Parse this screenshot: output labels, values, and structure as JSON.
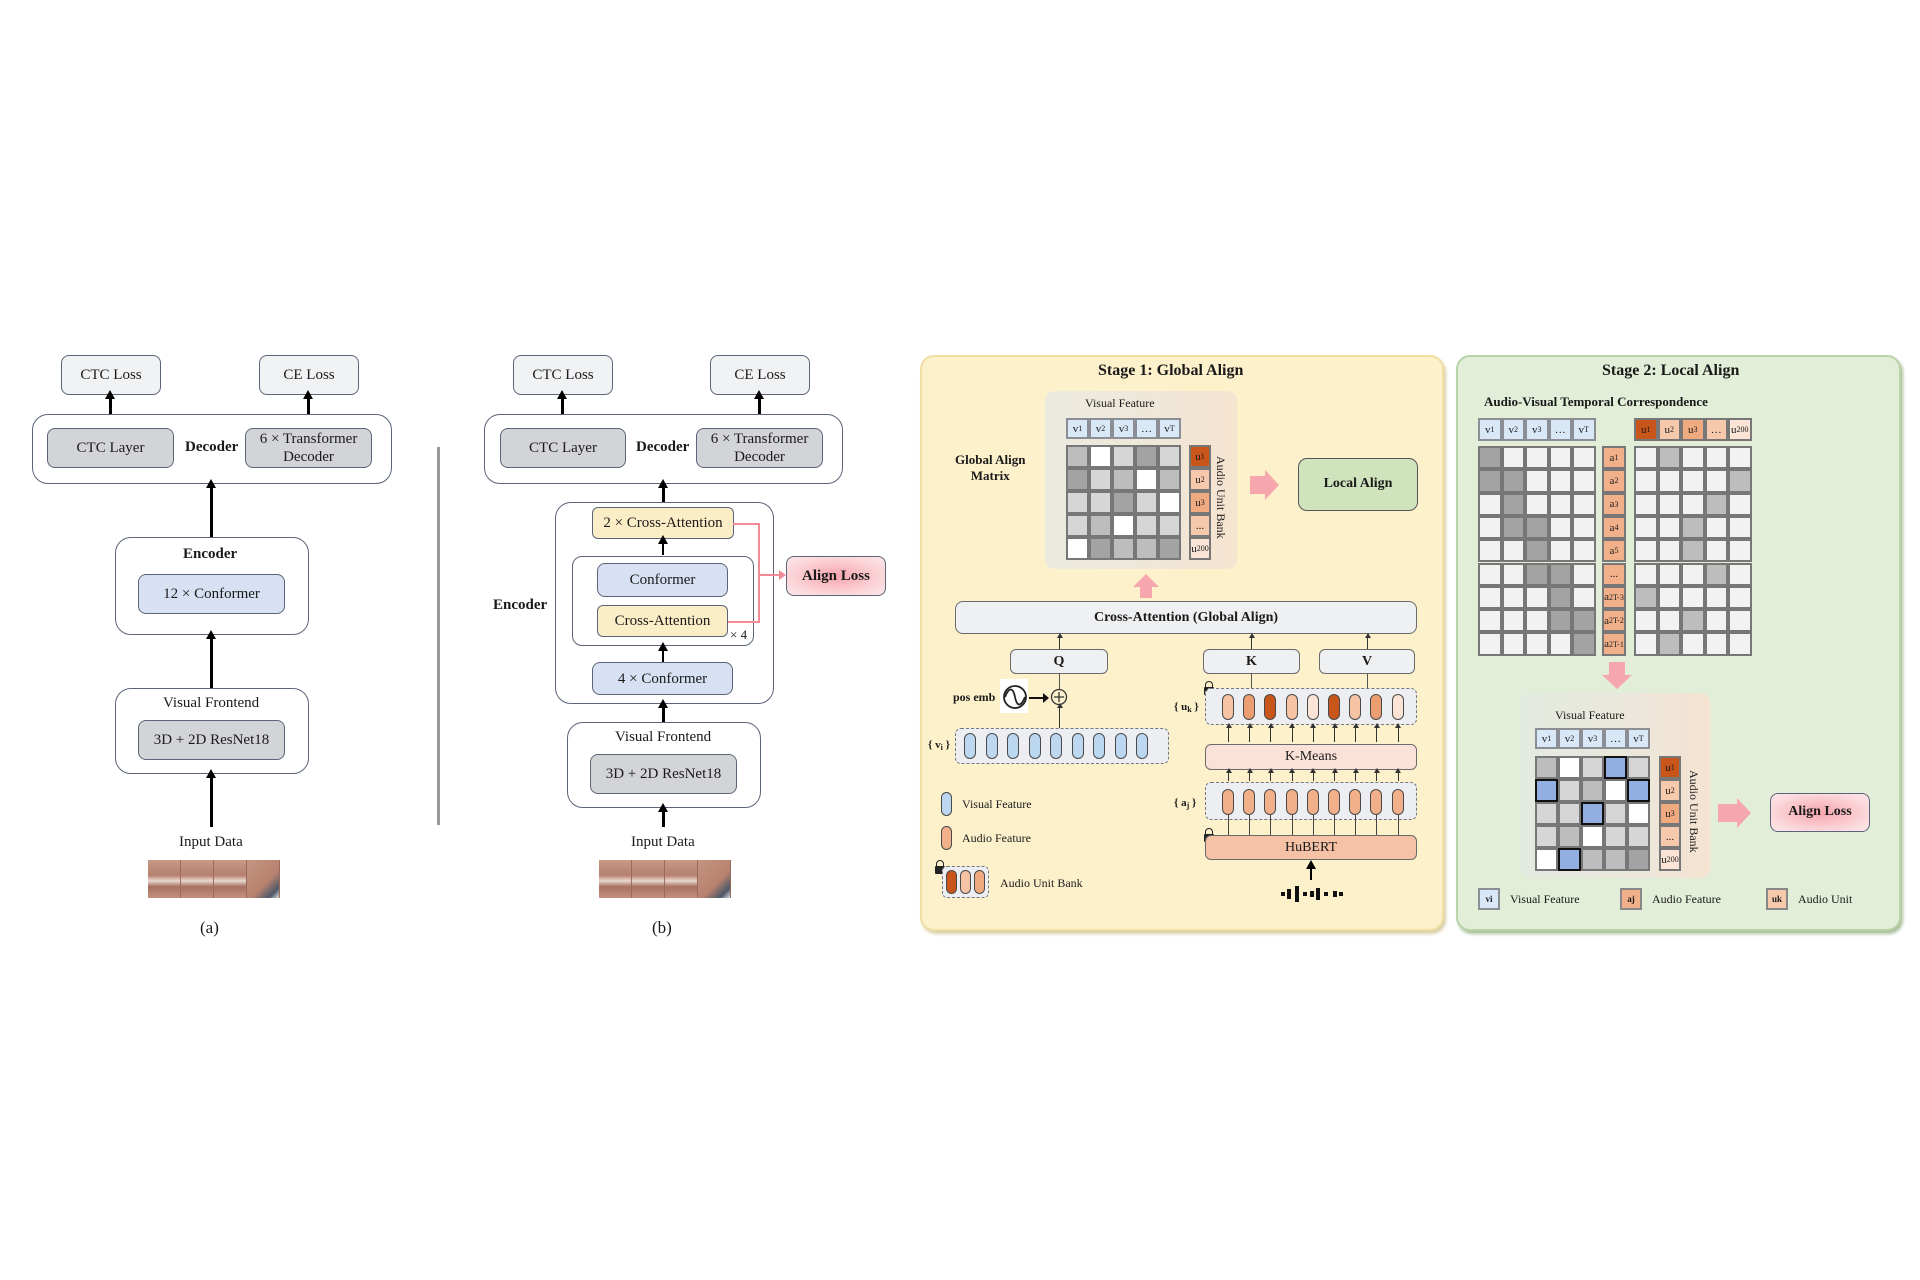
{
  "figure_a": {
    "caption": "(a)",
    "ctc_loss": "CTC Loss",
    "ce_loss": "CE Loss",
    "decoder_label": "Decoder",
    "ctc_layer": "CTC Layer",
    "transformer_decoder_line1": "6 × Transformer",
    "transformer_decoder_line2": "Decoder",
    "encoder_label": "Encoder",
    "encoder_block": "12 × Conformer",
    "frontend_label": "Visual Frontend",
    "frontend_block": "3D + 2D ResNet18",
    "input_label": "Input Data"
  },
  "figure_b": {
    "caption": "(b)",
    "ctc_loss": "CTC Loss",
    "ce_loss": "CE Loss",
    "decoder_label": "Decoder",
    "ctc_layer": "CTC Layer",
    "transformer_decoder_line1": "6 × Transformer",
    "transformer_decoder_line2": "Decoder",
    "encoder_label": "Encoder",
    "cross_attention_top": "2 × Cross-Attention",
    "conformer": "Conformer",
    "cross_attention": "Cross-Attention",
    "repeat_label": "× 4",
    "conformer_bottom": "4 × Conformer",
    "align_loss": "Align Loss",
    "frontend_label": "Visual Frontend",
    "frontend_block": "3D + 2D ResNet18",
    "input_label": "Input Data"
  },
  "stage1": {
    "title": "Stage 1: Global Align",
    "matrix_label_line1": "Global Align",
    "matrix_label_line2": "Matrix",
    "visual_feature": "Visual Feature",
    "visual_headers": [
      "v1",
      "v2",
      "v3",
      "…",
      "vT"
    ],
    "audio_units": [
      "u1",
      "u2",
      "u3",
      "...",
      "u200"
    ],
    "audio_unit_bank_label": "Audio Unit Bank",
    "matrix_shades": [
      [
        2,
        0,
        1,
        3,
        1
      ],
      [
        3,
        1,
        2,
        0,
        2
      ],
      [
        1,
        1,
        3,
        1,
        0
      ],
      [
        1,
        2,
        0,
        1,
        1
      ],
      [
        0.3,
        3,
        2,
        2,
        3
      ]
    ],
    "local_align": "Local Align",
    "cross_attention": "Cross-Attention (Global Align)",
    "q": "Q",
    "k": "K",
    "v": "V",
    "pos_emb": "pos emb",
    "vi_label": "{ vi }",
    "uk_label": "{ uk }",
    "aj_label": "{ aj }",
    "kmeans": "K-Means",
    "hubert": "HuBERT",
    "uk_shades": [
      1,
      2,
      3,
      1,
      0,
      3,
      1,
      2,
      0
    ],
    "legend": {
      "visual": "Visual Feature",
      "audio": "Audio Feature",
      "bank": "Audio Unit Bank"
    }
  },
  "stage2": {
    "title": "Stage 2: Local Align",
    "subtitle": "Audio-Visual Temporal Correspondence",
    "visual_headers": [
      "v1",
      "v2",
      "v3",
      "…",
      "vT"
    ],
    "unit_headers": [
      "u1",
      "u2",
      "u3",
      "…",
      "u200"
    ],
    "audio_features": [
      "a1",
      "a2",
      "a3",
      "a4",
      "a5",
      "...",
      "a2T-3",
      "a2T-2",
      "a2T-1"
    ],
    "left_matrix_dark": [
      [
        0
      ],
      [
        0,
        1
      ],
      [
        1
      ],
      [
        1,
        2
      ],
      [
        2
      ],
      [
        2,
        3
      ],
      [
        3
      ],
      [
        3,
        4
      ],
      [
        4
      ]
    ],
    "right_matrix_dark": [
      [
        1
      ],
      [
        4
      ],
      [
        3
      ],
      [
        2
      ],
      [
        2
      ],
      [
        3
      ],
      [
        0
      ],
      [
        2
      ],
      [
        1
      ]
    ],
    "visual_feature": "Visual Feature",
    "audio_unit_bank_label": "Audio Unit Bank",
    "audio_units": [
      "u1",
      "u2",
      "u3",
      "...",
      "u200"
    ],
    "selected_cells": [
      [
        0,
        3
      ],
      [
        1,
        0
      ],
      [
        1,
        4
      ],
      [
        2,
        2
      ],
      [
        4,
        1
      ]
    ],
    "align_loss": "Align Loss",
    "legend": {
      "visual_symbol": "vi",
      "visual": "Visual Feature",
      "audio_symbol": "aj",
      "audio": "Audio Feature",
      "unit_symbol": "uk",
      "unit": "Audio Unit"
    }
  },
  "colors": {
    "stage1_bg": "#fdf1cc",
    "stage2_bg": "#e2eed8",
    "visual_blue": "#d9e8f7",
    "audio_orange": "#f2b08a",
    "unit_dark": "#c8561a",
    "align_pink": "#f7a5ad",
    "local_align_green": "#cfe3bd"
  }
}
